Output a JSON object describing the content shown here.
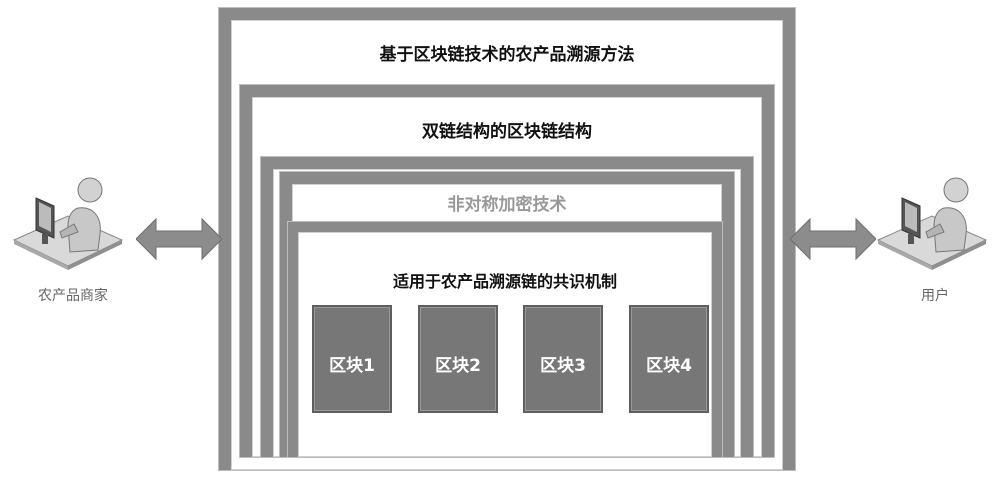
{
  "layers": {
    "outer_title": "基于区块链技术的农产品溯源方法",
    "double_chain_title": "双链结构的区块链结构",
    "encryption_title": "非对称加密技术",
    "consensus_title": "适用于农产品溯源链的共识机制"
  },
  "blocks": [
    "区块1",
    "区块2",
    "区块3",
    "区块4"
  ],
  "actors": {
    "left_label": "农产品商家",
    "right_label": "用户"
  },
  "colors": {
    "frame": "#8a8a8a",
    "block": "#777777",
    "muted_text": "#999999"
  },
  "icons": [
    "person-at-computer-icon",
    "double-arrow-icon"
  ]
}
